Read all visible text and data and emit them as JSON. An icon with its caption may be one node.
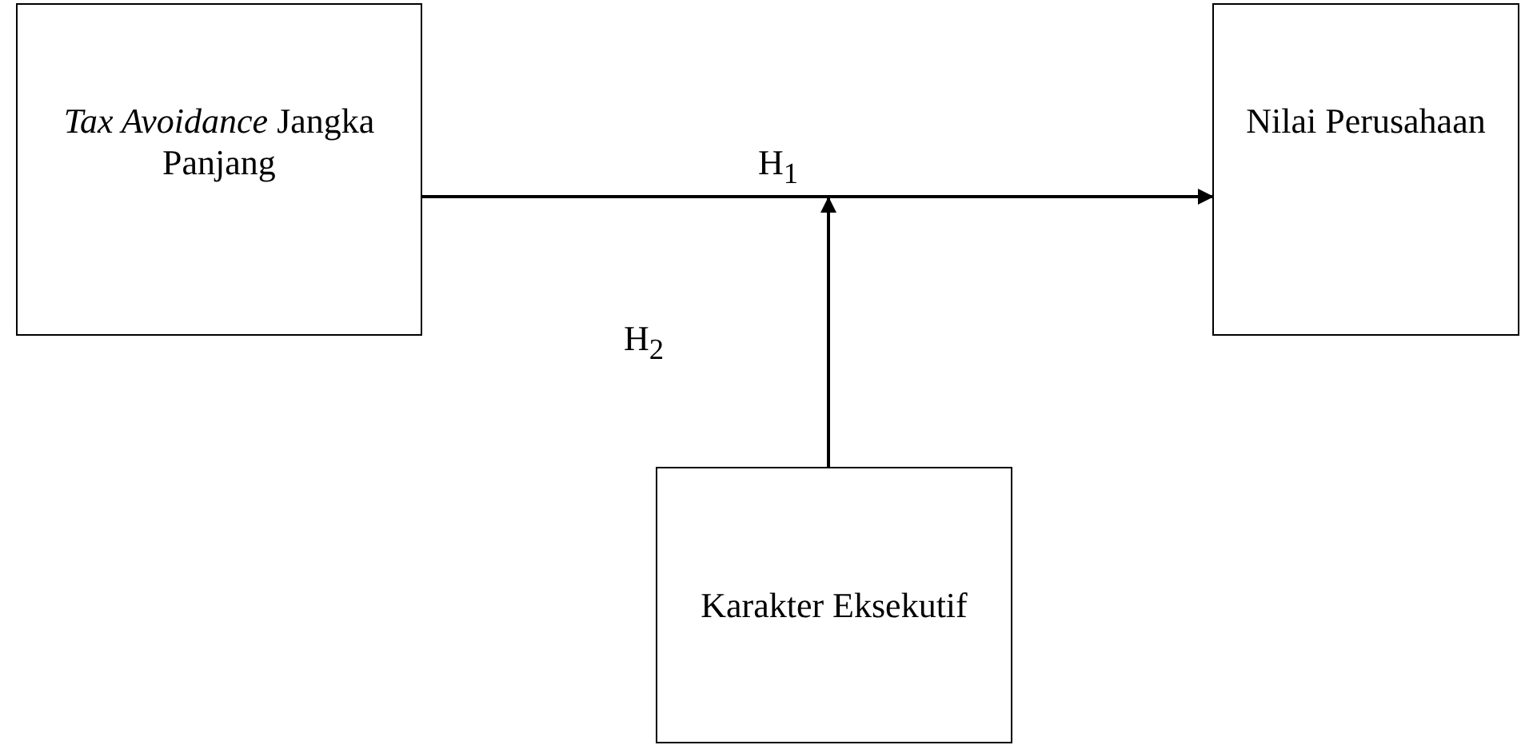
{
  "diagram": {
    "nodes": [
      {
        "text": [
          "*Tax Avoidance* Jangka Panjang"
        ]
      },
      {
        "text": [
          "Nilai Perusahaan"
        ]
      },
      {
        "text": [
          "Karakter Eksekutif"
        ]
      }
    ],
    "edges": [
      {
        "from": 0,
        "to": 1,
        "arrow": "to",
        "label": "H$_{1}$"
      },
      {
        "from": 2,
        "to": null,
        "arrow": "to",
        "label": "H$_{2}$"
      }
    ]
  }
}
